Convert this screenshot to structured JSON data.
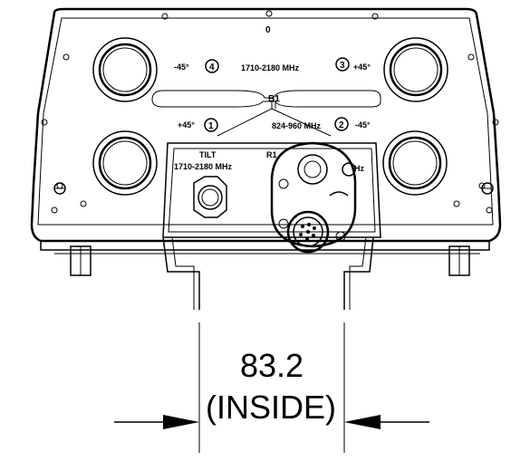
{
  "drawing": {
    "top_left_band": "1710-2180 MHz",
    "bottom_band": "824-960 MHz",
    "b1_label": "B1",
    "r1_label": "R1",
    "tilt_label": "TILT",
    "tilt_band": "1710-2180 MHz",
    "r1_band_fragment": "Hz",
    "ports": [
      {
        "number": "1",
        "polarization": "+45°"
      },
      {
        "number": "2",
        "polarization": "-45°"
      },
      {
        "number": "3",
        "polarization": "+45°"
      },
      {
        "number": "4",
        "polarization": "-45°"
      }
    ],
    "top_mark": "0"
  },
  "dimension": {
    "value": "83.2",
    "note": "(INSIDE)"
  }
}
